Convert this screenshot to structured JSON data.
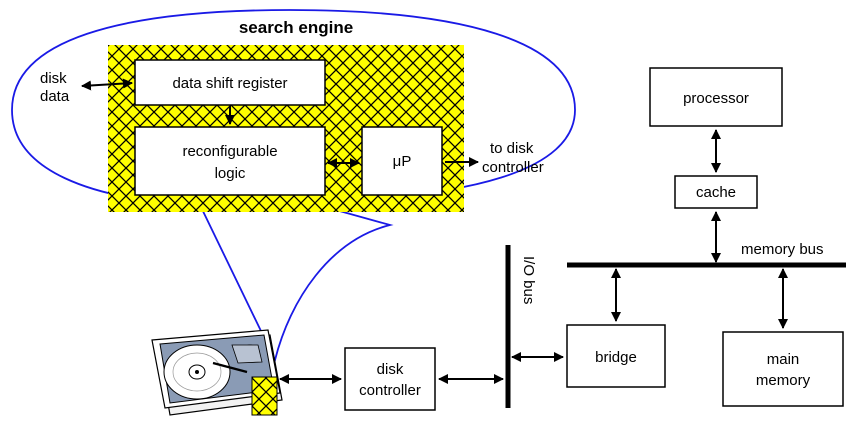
{
  "search_engine": {
    "title": "search engine",
    "data_shift_register": "data shift register",
    "reconfigurable_logic_line1": "reconfigurable",
    "reconfigurable_logic_line2": "logic",
    "microprocessor": "μP",
    "disk_data_line1": "disk",
    "disk_data_line2": "data",
    "to_disk_controller_line1": "to disk",
    "to_disk_controller_line2": "controller"
  },
  "system": {
    "processor": "processor",
    "cache": "cache",
    "memory_bus": "memory bus",
    "io_bus": "I/O bus",
    "bridge": "bridge",
    "main_memory_line1": "main",
    "main_memory_line2": "memory",
    "disk_controller_line1": "disk",
    "disk_controller_line2": "controller"
  },
  "colors": {
    "hatch_background": "#ffff00",
    "hatch_lines": "#000000",
    "bubble_outline": "#1a1ae6",
    "disk_platter_bg": "#8a9bb5"
  },
  "icons": {
    "hard_disk": "hard-disk-icon"
  }
}
